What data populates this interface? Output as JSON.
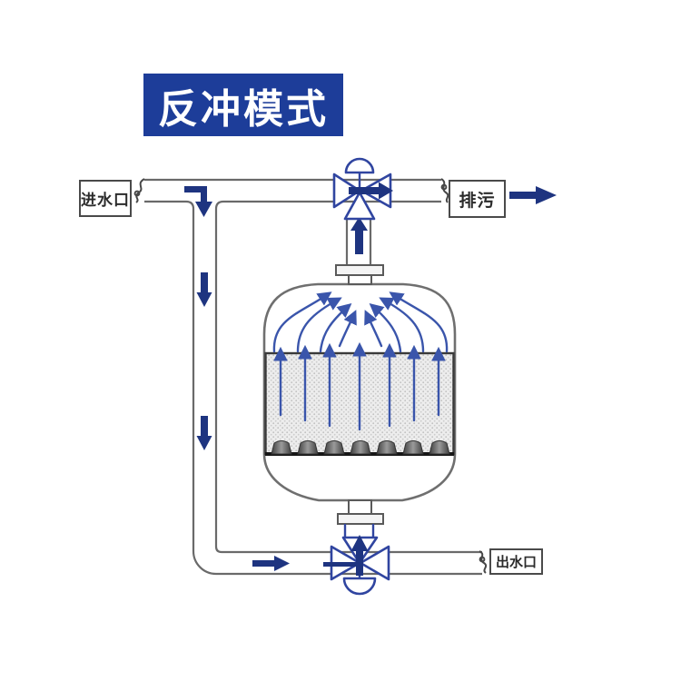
{
  "title": {
    "text": "反冲模式"
  },
  "labels": {
    "inlet": "进水口",
    "drain": "排污",
    "outlet": "出水口"
  },
  "colors": {
    "title_bg": "#1d3d99",
    "title_text": "#ffffff",
    "valve_blue": "#3045a0",
    "arrow_navy": "#1e3480",
    "flow_blue": "#3a55ab",
    "pipe_gray": "#6a6a6a",
    "tank_gray": "#6f6f6f",
    "label_border": "#4a4a4a",
    "label_text": "#2b2b2b",
    "background": "#ffffff"
  }
}
